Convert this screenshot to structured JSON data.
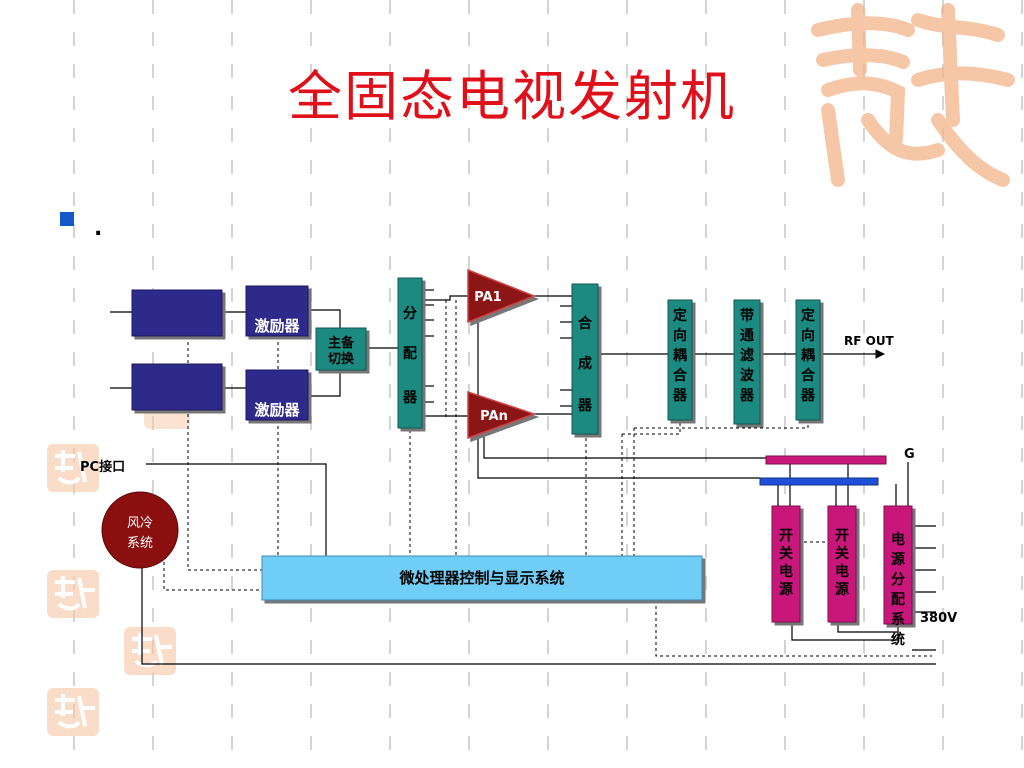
{
  "slide": {
    "title": "全固态电视发射机",
    "bullet_text": "."
  },
  "diagram": {
    "exciter_label": "激励器",
    "switch_label": [
      "主备",
      "切换"
    ],
    "splitter_label": [
      "分",
      "配",
      "器"
    ],
    "pa1_label": "PA1",
    "pan_label": "PAn",
    "combiner_label": [
      "合",
      "成",
      "器"
    ],
    "coupler_label": [
      "定",
      "向",
      "耦",
      "合",
      "器"
    ],
    "filter_label": [
      "带",
      "通",
      "滤",
      "波",
      "器"
    ],
    "rf_out_label": "RF OUT",
    "g_label": "G",
    "pc_interface_label": "PC接口",
    "cooling_label": [
      "风冷",
      "系统"
    ],
    "control_label": "微处理器控制与显示系统",
    "switch_ps_label": [
      "开",
      "关",
      "电",
      "源"
    ],
    "power_dist_label": [
      "电",
      "源",
      "分",
      "配",
      "系",
      "统"
    ],
    "voltage_label": "380V"
  },
  "colors": {
    "title": "#e0101a",
    "navy_block": "#2e2a8c",
    "teal_block": "#1a8a80",
    "pa_block": "#8c1414",
    "magenta_block": "#c8187a",
    "control_block": "#70cdf5",
    "bus_magenta": "#c8187a",
    "bus_blue": "#1f4fd8",
    "bullet": "#1558c8",
    "seal": "#f0a070"
  }
}
